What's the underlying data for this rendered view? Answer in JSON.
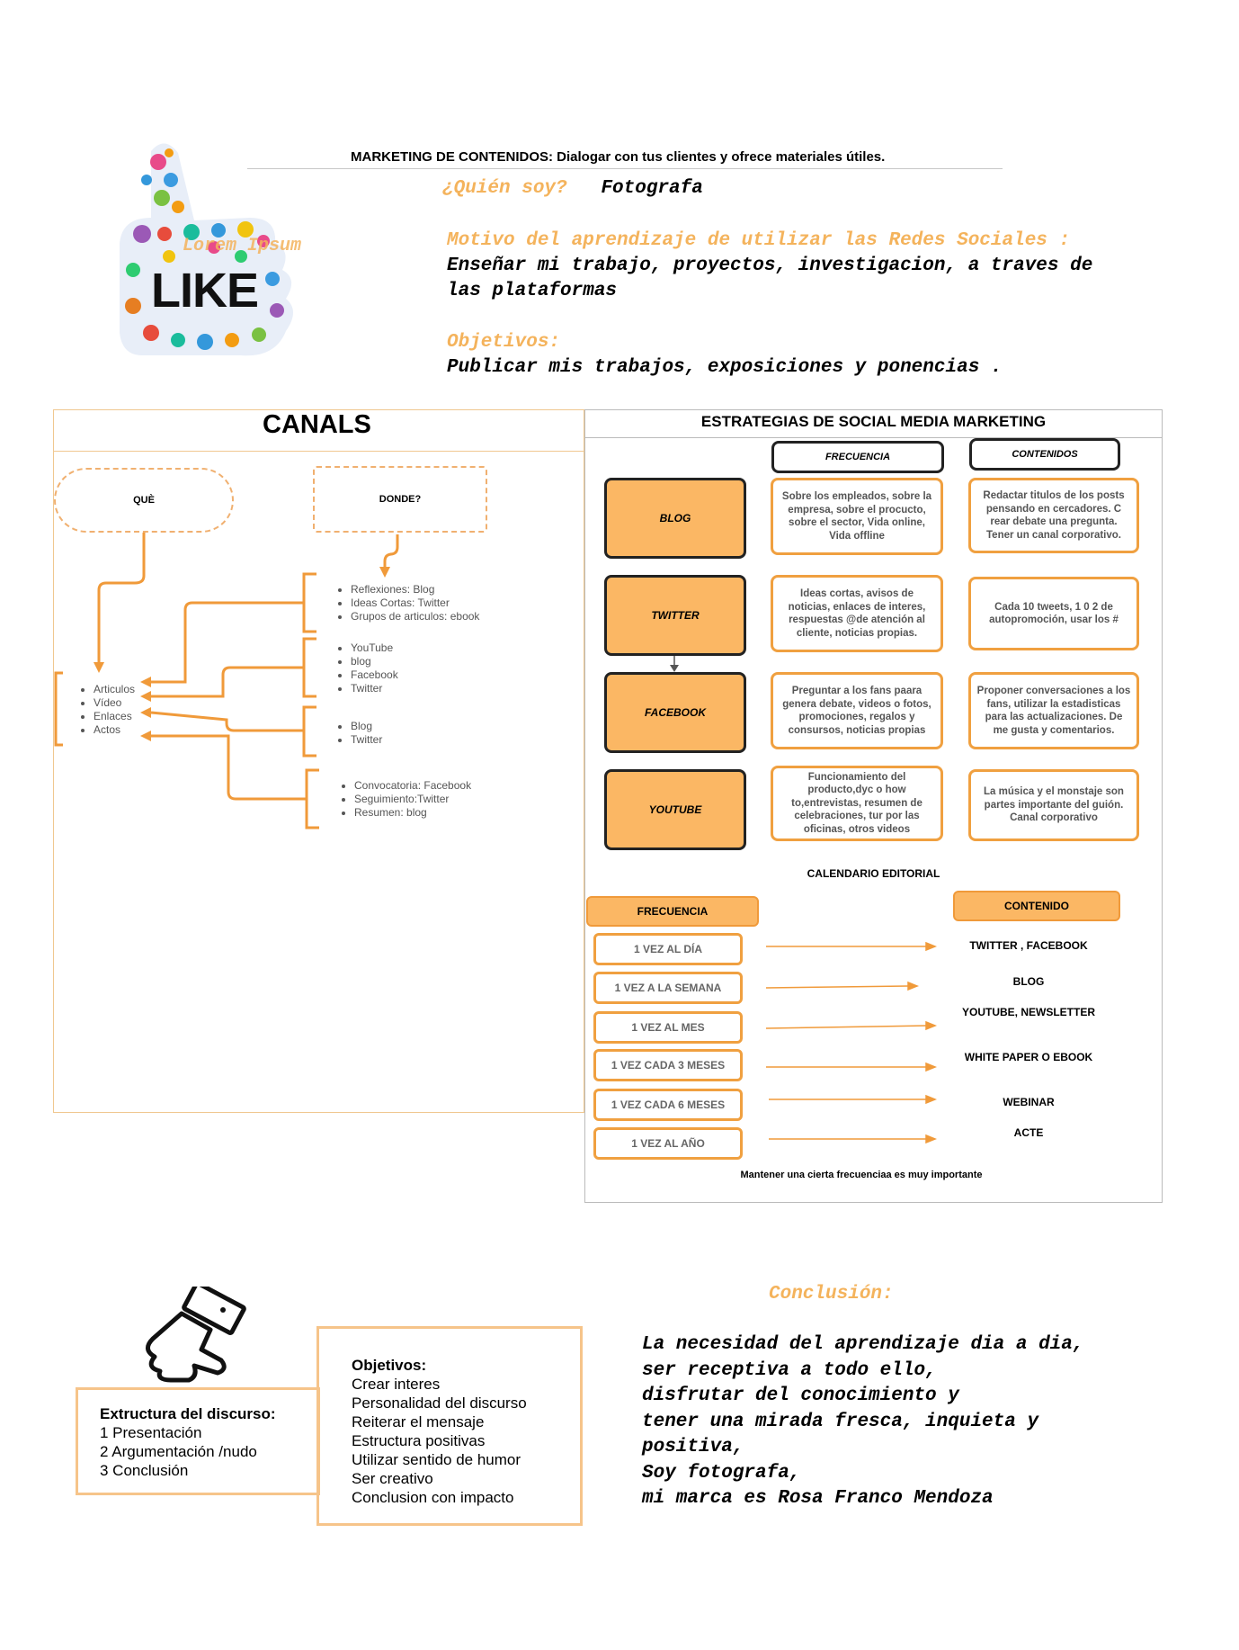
{
  "header": {
    "title": "MARKETING DE CONTENIDOS: Dialogar con tus clientes y ofrece materiales útiles.",
    "logo_text": "LIKE",
    "logo_watermark": "Lorem Ipsum"
  },
  "intro": {
    "who_label": "¿Quién soy?",
    "who_value": "Fotografa",
    "motive_label": "Motivo del aprendizaje de utilizar las Redes Sociales :",
    "motive_line1": "Enseñar mi trabajo, proyectos, investigacion, a traves de",
    "motive_line2": "las plataformas",
    "objectives_label": "Objetivos:",
    "objectives_value": "Publicar mis trabajos, exposiciones y ponencias ."
  },
  "canals": {
    "title": "CANALS",
    "que_label": "QUÈ",
    "donde_label": "DONDE?",
    "que_items": [
      "Articulos",
      "Vídeo",
      "Enlaces",
      "Actos"
    ],
    "group1": [
      "Reflexiones: Blog",
      "Ideas Cortas: Twitter",
      "Grupos de articulos: ebook"
    ],
    "group2": [
      "YouTube",
      "blog",
      "Facebook",
      "Twitter"
    ],
    "group3": [
      "Blog",
      "Twitter"
    ],
    "group4": [
      "Convocatoria: Facebook",
      "Seguimiento:Twitter",
      "Resumen: blog"
    ]
  },
  "strategies": {
    "title": "ESTRATEGIAS DE SOCIAL MEDIA MARKETING",
    "freq_header": "FRECUENCIA",
    "content_header": "CONTENIDOS",
    "rows": [
      {
        "name": "BLOG",
        "freq": "Sobre los empleados, sobre la empresa, sobre el procucto, sobre el sector, Vida online, Vida offline",
        "content": "Redactar titulos de los posts pensando en cercadores. C rear debate una pregunta. Tener un canal corporativo."
      },
      {
        "name": "TWITTER",
        "freq": "Ideas cortas, avisos de noticias, enlaces de interes, respuestas @de atención al cliente, noticias propias.",
        "content": "Cada 10 tweets, 1 0 2 de autopromoción, usar los #"
      },
      {
        "name": "FACEBOOK",
        "freq": "Preguntar a los fans paara genera debate, videos o fotos, promociones, regalos y consursos, noticias propias",
        "content": "Proponer conversaciones a los fans, utilizar la estadisticas para las actualizaciones. De me gusta y comentarios."
      },
      {
        "name": "YOUTUBE",
        "freq": "Funcionamiento del producto,dyc o how to,entrevistas, resumen de celebraciones, tur por las oficinas, otros videos",
        "content": "La música y el monstaje son partes importante del guión. Canal corporativo"
      }
    ]
  },
  "calendar": {
    "title": "CALENDARIO EDITORIAL",
    "freq_header": "FRECUENCIA",
    "content_header": "CONTENIDO",
    "frequencies": [
      "1 VEZ AL DÍA",
      "1 VEZ A LA SEMANA",
      "1 VEZ AL MES",
      "1 VEZ CADA 3 MESES",
      "1 VEZ CADA 6 MESES",
      "1 VEZ AL AÑO"
    ],
    "contents": [
      "TWITTER , FACEBOOK",
      "BLOG",
      "YOUTUBE, NEWSLETTER",
      "WHITE PAPER O EBOOK",
      "WEBINAR",
      "ACTE"
    ],
    "footer": "Mantener una cierta frecuenciaa es muy importante"
  },
  "speech": {
    "structure_title": "Extructura del discurso:",
    "structure_items": [
      "1 Presentación",
      "2 Argumentación /nudo",
      "3 Conclusión"
    ],
    "objectives_title": "Objetivos:",
    "objectives_items": [
      "Crear interes",
      "Personalidad del discurso",
      "Reiterar el mensaje",
      "Estructura positivas",
      "Utilizar sentido de humor",
      "Ser creativo",
      "Conclusion con impacto"
    ]
  },
  "conclusion": {
    "label": "Conclusión:",
    "lines": [
      "La necesidad del aprendizaje dia a dia,",
      "ser receptiva a todo ello,",
      "disfrutar del conocimiento y",
      "tener una mirada fresca, inquieta y",
      "positiva,",
      "Soy fotografa,",
      "mi marca es Rosa Franco Mendoza"
    ]
  },
  "colors": {
    "accent": "#f0a040",
    "fill": "#fbb764",
    "heading_orange": "#f4b35c"
  }
}
